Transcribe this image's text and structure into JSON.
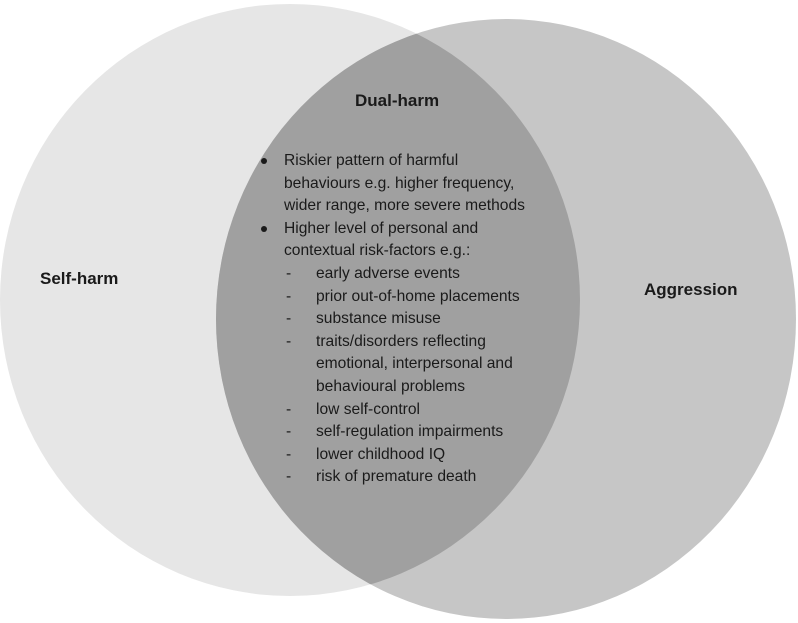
{
  "diagram": {
    "circles": {
      "left": {
        "label": "Self-harm",
        "fill": "#e6e6e6"
      },
      "right": {
        "label": "Aggression",
        "fill": "#c6c6c6"
      },
      "overlap": {
        "title": "Dual-harm",
        "fill": "#a0a0a0"
      }
    },
    "points": [
      {
        "text_lines": [
          "Riskier pattern of harmful",
          "behaviours e.g. higher frequency,",
          "wider range, more severe methods"
        ],
        "sub_items": []
      },
      {
        "text_lines": [
          "Higher level of personal and",
          "contextual risk-factors e.g.:"
        ],
        "sub_items": [
          {
            "text_lines": [
              "early adverse events"
            ]
          },
          {
            "text_lines": [
              "prior out-of-home placements"
            ]
          },
          {
            "text_lines": [
              "substance misuse"
            ]
          },
          {
            "text_lines": [
              "traits/disorders reflecting",
              "emotional, interpersonal and",
              "behavioural problems"
            ]
          },
          {
            "text_lines": [
              "low self-control"
            ]
          },
          {
            "text_lines": [
              "self-regulation impairments"
            ]
          },
          {
            "text_lines": [
              "lower childhood IQ"
            ]
          },
          {
            "text_lines": [
              "risk of premature death"
            ]
          }
        ]
      }
    ],
    "dash_symbol": "-"
  }
}
